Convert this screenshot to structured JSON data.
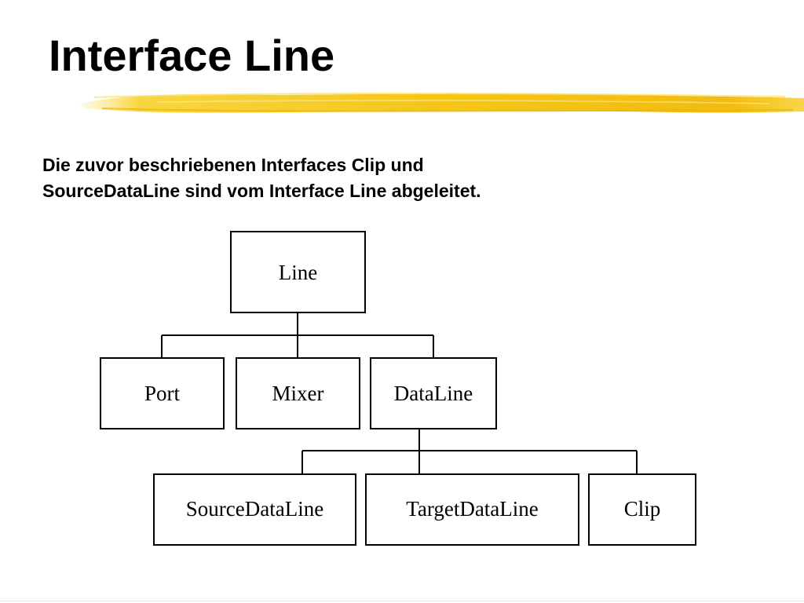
{
  "slide": {
    "title": "Interface Line",
    "intro_lines": [
      "Die zuvor beschriebenen Interfaces Clip und",
      "SourceDataLine sind vom Interface Line abgeleitet."
    ],
    "accent_color": "#F5C518"
  },
  "diagram": {
    "root": "Line",
    "level1": [
      "Port",
      "Mixer",
      "DataLine"
    ],
    "level2": [
      "SourceDataLine",
      "TargetDataLine",
      "Clip"
    ]
  }
}
